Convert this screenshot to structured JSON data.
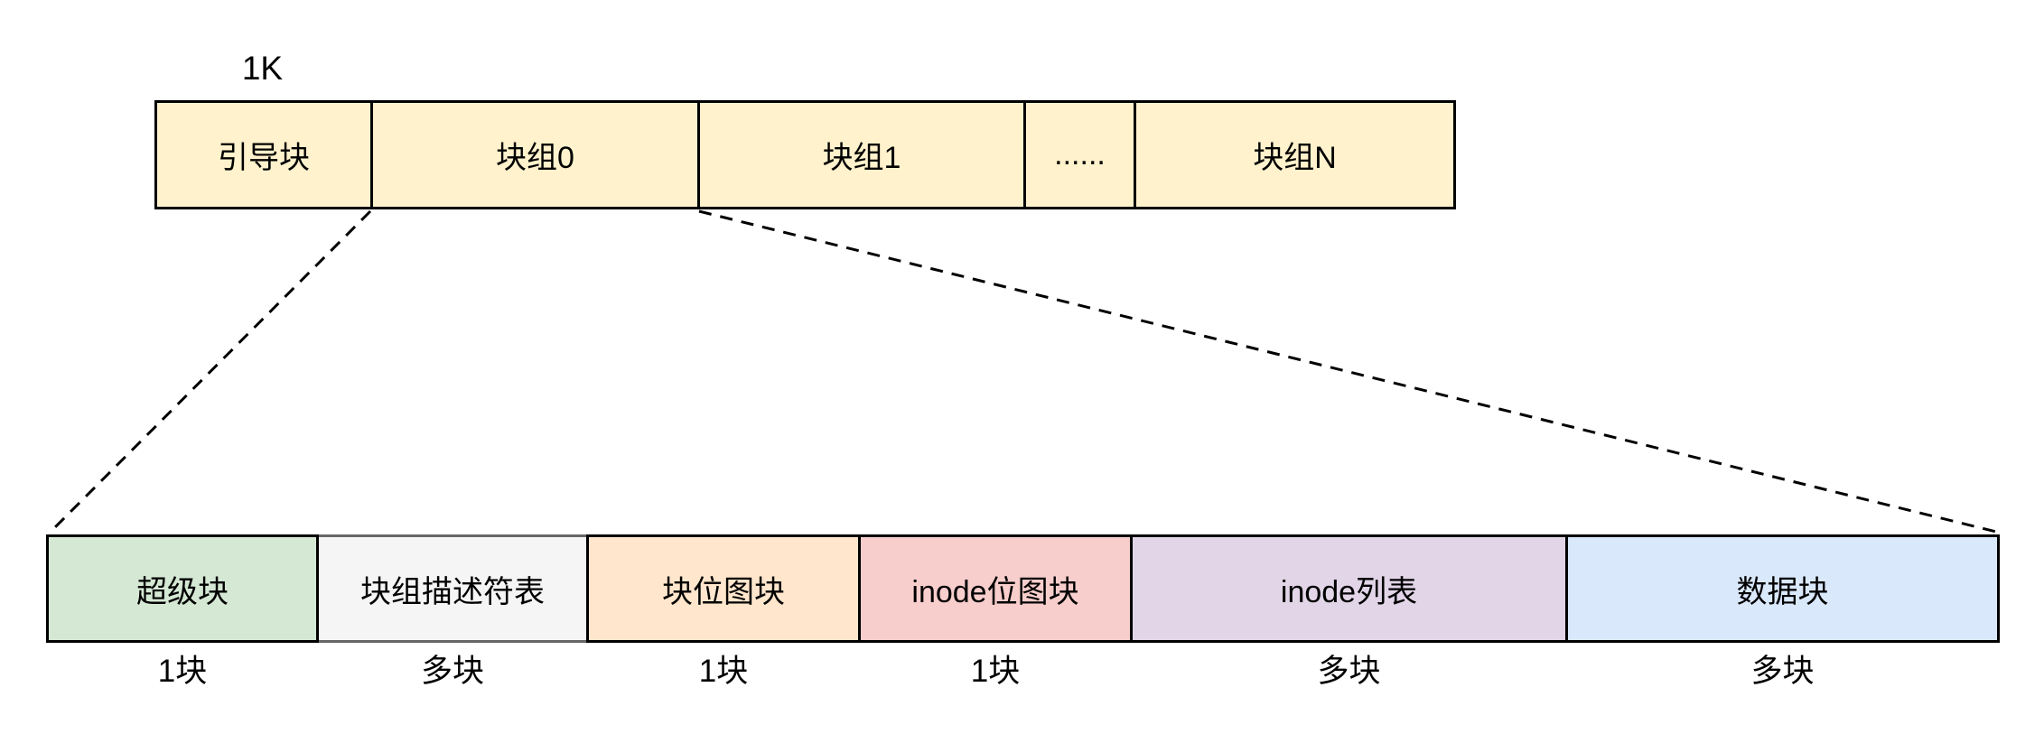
{
  "top_bar": {
    "size_label": "1K",
    "fill": "#FFF2CC",
    "border": "#000000",
    "segments": [
      {
        "label": "引导块"
      },
      {
        "label": "块组0"
      },
      {
        "label": "块组1"
      },
      {
        "label": "......"
      },
      {
        "label": "块组N"
      }
    ]
  },
  "bottom_row": {
    "cells": [
      {
        "label": "超级块",
        "count_label": "1块",
        "bg": "#D5E8D4",
        "border": "#000000"
      },
      {
        "label": "块组描述符表",
        "count_label": "多块",
        "bg": "#F5F5F5",
        "border": "#666666"
      },
      {
        "label": "块位图块",
        "count_label": "1块",
        "bg": "#FFE6CC",
        "border": "#000000"
      },
      {
        "label": "inode位图块",
        "count_label": "1块",
        "bg": "#F8CECC",
        "border": "#000000"
      },
      {
        "label": "inode列表",
        "count_label": "多块",
        "bg": "#E1D5E7",
        "border": "#000000"
      },
      {
        "label": "数据块",
        "count_label": "多块",
        "bg": "#DAE8FC",
        "border": "#000000"
      }
    ]
  },
  "connectors": {
    "style": "dashed",
    "color": "#000000"
  }
}
